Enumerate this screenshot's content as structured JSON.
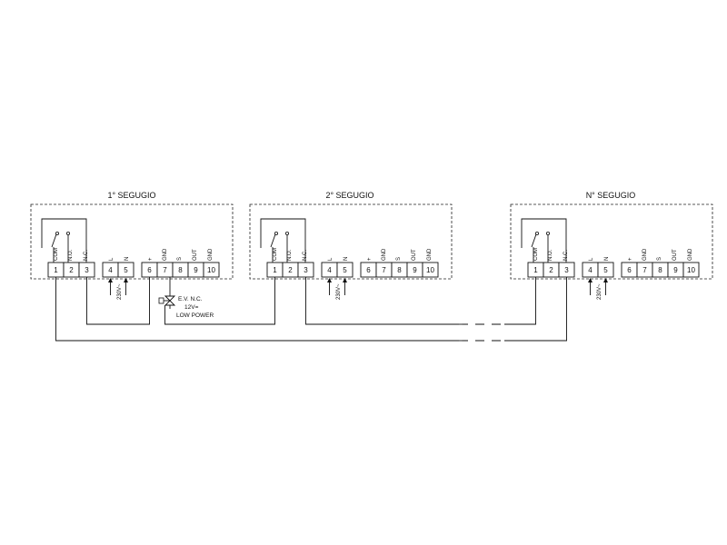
{
  "units": [
    {
      "title": "1° SEGUGIO",
      "terminals": [
        "1",
        "2",
        "3",
        "4",
        "5",
        "6",
        "7",
        "8",
        "9",
        "10"
      ],
      "pin_labels": [
        "COM",
        "N.O.",
        "N.C.",
        "L",
        "N",
        "+",
        "GND",
        "S",
        "OUT",
        "GND"
      ],
      "voltage": "230V~"
    },
    {
      "title": "2° SEGUGIO",
      "terminals": [
        "1",
        "2",
        "3",
        "4",
        "5",
        "6",
        "7",
        "8",
        "9",
        "10"
      ],
      "pin_labels": [
        "COM",
        "N.O.",
        "N.C.",
        "L",
        "N",
        "+",
        "GND",
        "S",
        "OUT",
        "GND"
      ],
      "voltage": "230V~"
    },
    {
      "title": "N° SEGUGIO",
      "terminals": [
        "1",
        "2",
        "3",
        "4",
        "5",
        "6",
        "7",
        "8",
        "9",
        "10"
      ],
      "pin_labels": [
        "COM",
        "N.O.",
        "N.C.",
        "L",
        "N",
        "+",
        "GND",
        "S",
        "OUT",
        "GND"
      ],
      "voltage": "230V~"
    }
  ],
  "valve": {
    "line1": "E.V. N.C.",
    "line2": "12V=",
    "line3": "LOW POWER",
    "icon": "solenoid-valve-icon"
  }
}
